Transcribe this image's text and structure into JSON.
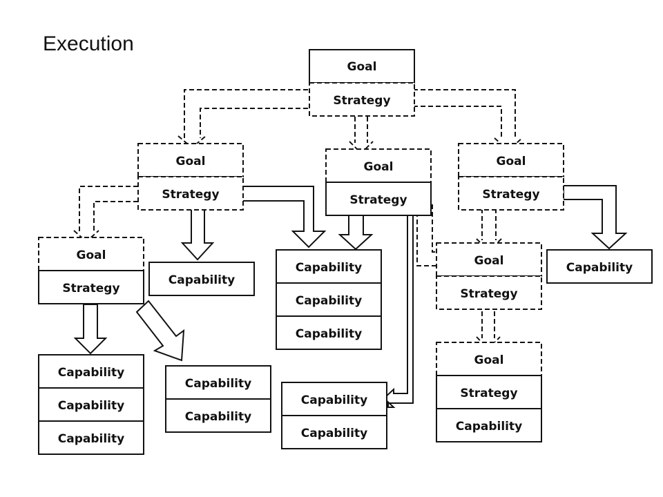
{
  "title": "Execution",
  "labels": {
    "goal": "Goal",
    "strategy": "Strategy",
    "capability": "Capability"
  },
  "colors": {
    "stroke": "#111111",
    "fill": "#ffffff"
  }
}
